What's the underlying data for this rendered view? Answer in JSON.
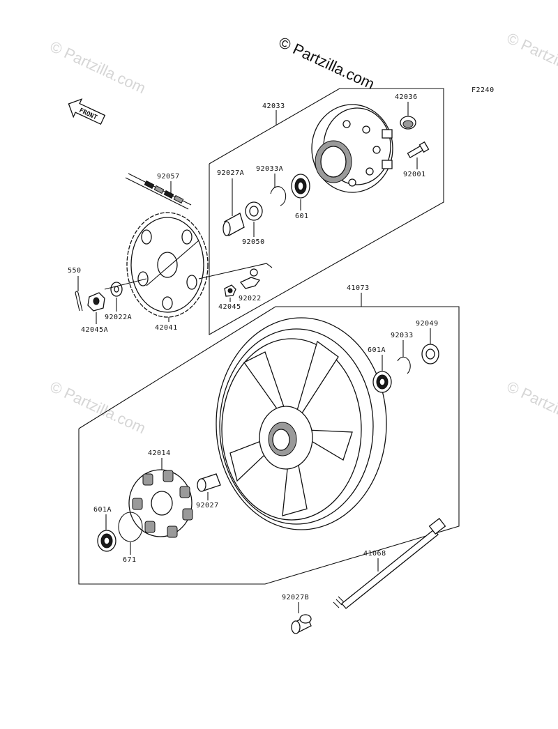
{
  "diagram_code": "F2240",
  "watermark": {
    "main": "© Partzilla.com",
    "faded": "© Partzilla.com"
  },
  "front_arrow_label": "FRONT",
  "labels": {
    "p42033": "42033",
    "p42036": "42036",
    "p92001": "92001",
    "p92033A": "92033A",
    "p92027A": "92027A",
    "p92057": "92057",
    "p601": "601",
    "p92050": "92050",
    "p550": "550",
    "p42045A": "42045A",
    "p92022A": "92022A",
    "p42041": "42041",
    "p42045": "42045",
    "p92022": "92022",
    "p41073": "41073",
    "p92049": "92049",
    "p92033": "92033",
    "p601A_top": "601A",
    "p42014": "42014",
    "p92027": "92027",
    "p601A_bot": "601A",
    "p671": "671",
    "p41068": "41068",
    "p92027B": "92027B"
  }
}
